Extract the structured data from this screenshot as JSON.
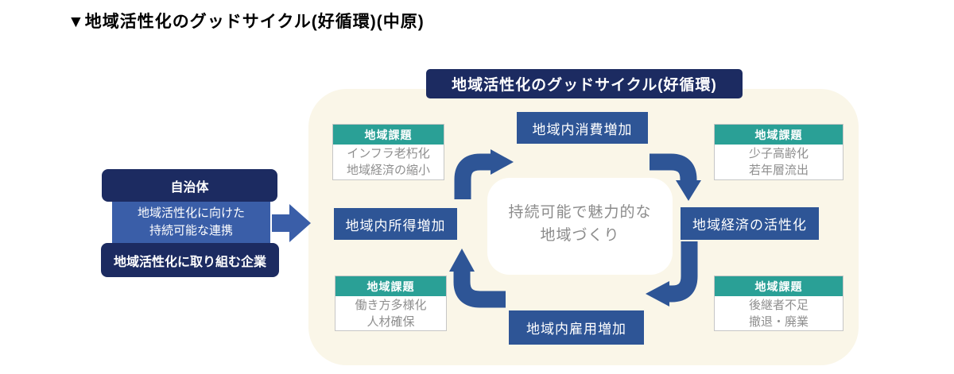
{
  "page": {
    "title": "▼地域活性化のグッドサイクル(好循環)(中原)"
  },
  "panel": {
    "header": "地域活性化のグッドサイクル(好循環)"
  },
  "left_group": {
    "municipality": "自治体",
    "partnership_line1": "地域活性化に向けた",
    "partnership_line2": "持続可能な連携",
    "company": "地域活性化に取り組む企業"
  },
  "cycle": {
    "center_line1": "持続可能で魅力的な",
    "center_line2": "地域づくり",
    "nodes": [
      {
        "position": "top",
        "label": "地域内消費増加"
      },
      {
        "position": "right",
        "label": "地域経済の活性化"
      },
      {
        "position": "bottom",
        "label": "地域内雇用増加"
      },
      {
        "position": "left",
        "label": "地域内所得増加"
      }
    ]
  },
  "issues": {
    "header": "地域課題",
    "boxes": [
      {
        "position": "top-left",
        "line1": "インフラ老朽化",
        "line2": "地域経済の縮小"
      },
      {
        "position": "top-right",
        "line1": "少子高齢化",
        "line2": "若年層流出"
      },
      {
        "position": "bottom-right",
        "line1": "後継者不足",
        "line2": "撤退・廃業"
      },
      {
        "position": "bottom-left",
        "line1": "働き方多様化",
        "line2": "人材確保"
      }
    ]
  },
  "colors": {
    "navy": "#1c2b61",
    "cycle_blue": "#2e5596",
    "link_blue": "#3a5ea8",
    "teal": "#2aa096",
    "cream_background": "#faf6e8",
    "muted_gray_text": "#8f8f8f"
  }
}
